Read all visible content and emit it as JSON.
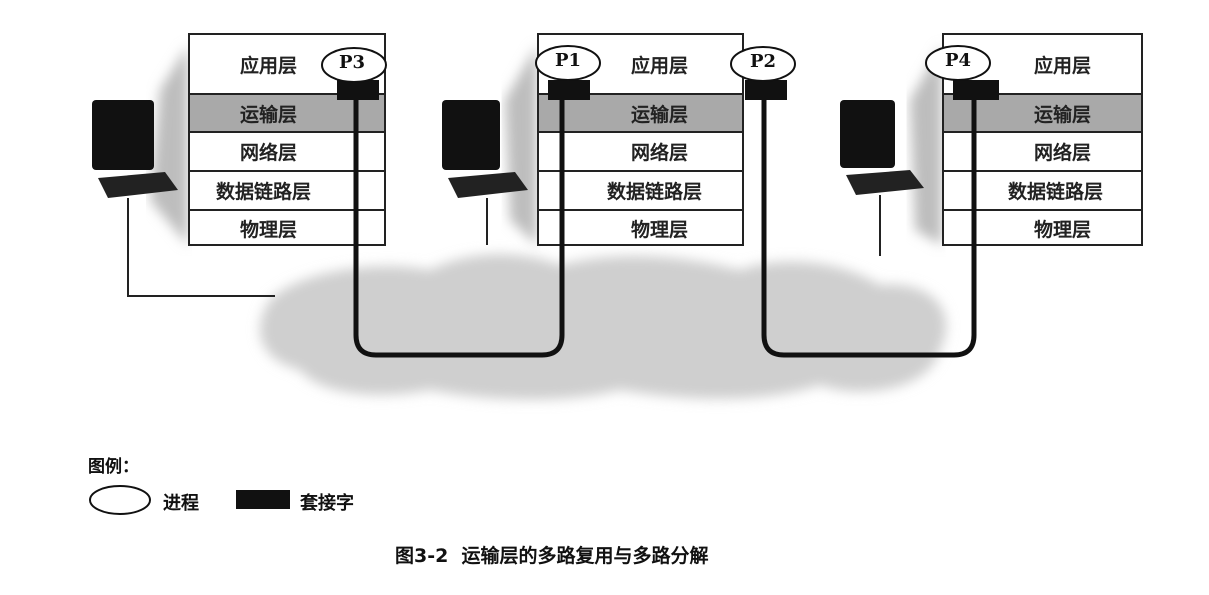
{
  "hosts": [
    {
      "layers": [
        "应用层",
        "运输层",
        "网络层",
        "数据链路层",
        "物理层"
      ],
      "processes": [
        "P3"
      ]
    },
    {
      "layers": [
        "应用层",
        "运输层",
        "网络层",
        "数据链路层",
        "物理层"
      ],
      "processes": [
        "P1",
        "P2"
      ]
    },
    {
      "layers": [
        "应用层",
        "运输层",
        "网络层",
        "数据链路层",
        "物理层"
      ],
      "processes": [
        "P4"
      ]
    }
  ],
  "legend": {
    "title": "图例：",
    "process_label": "进程",
    "socket_label": "套接字"
  },
  "caption": "图3-2  运输层的多路复用与多路分解",
  "colors": {
    "transport_shade": "#a9a9a9",
    "cloud": "#c8c8c8",
    "line": "#111111"
  }
}
